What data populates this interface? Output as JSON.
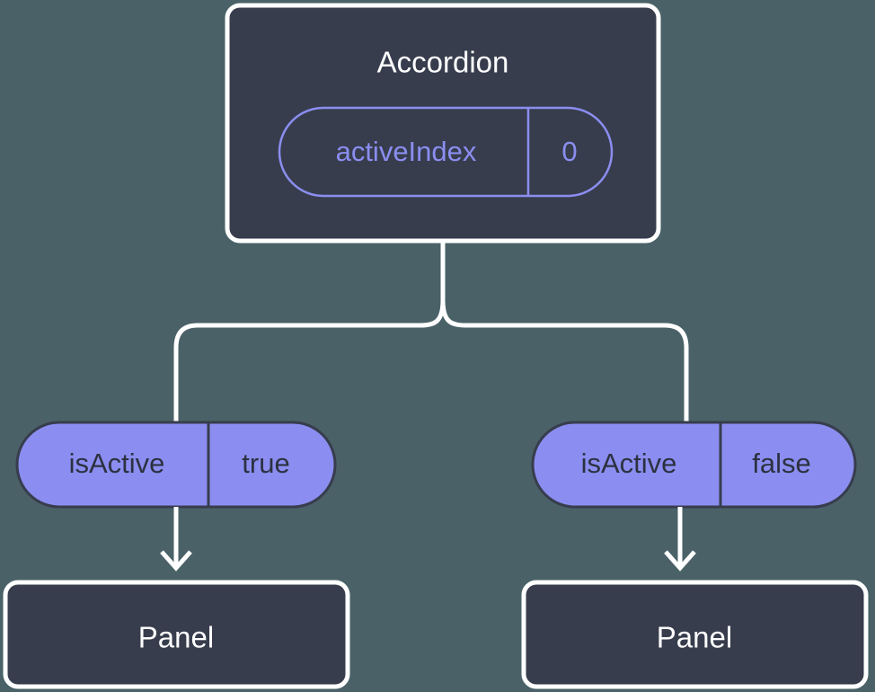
{
  "diagram": {
    "type": "component-tree",
    "background_color": "#4a6168",
    "node_fill_color": "#373d4d",
    "node_border_color": "#ffffff",
    "state_accent_color": "#8b8ef0",
    "prop_pill_fill_color": "#8b8ef0",
    "prop_pill_text_color": "#2c3141",
    "connector_color": "#ffffff",
    "root": {
      "title": "Accordion",
      "state": {
        "key": "activeIndex",
        "value": "0"
      }
    },
    "branches": [
      {
        "prop": {
          "key": "isActive",
          "value": "true"
        },
        "child": {
          "title": "Panel"
        }
      },
      {
        "prop": {
          "key": "isActive",
          "value": "false"
        },
        "child": {
          "title": "Panel"
        }
      }
    ]
  }
}
